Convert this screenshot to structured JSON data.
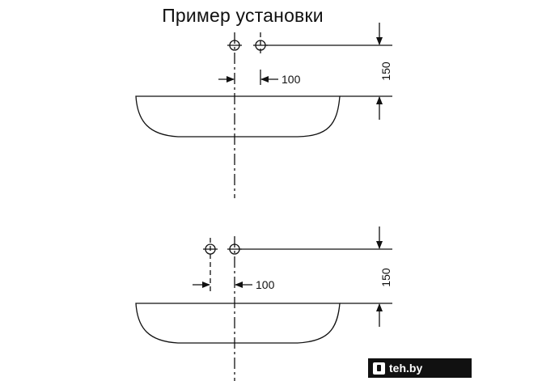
{
  "title": "Пример установки",
  "diagrams": [
    {
      "spacing_label": "100",
      "height_label": "150"
    },
    {
      "spacing_label": "100",
      "height_label": "150"
    }
  ],
  "watermark": {
    "text": "teh.by",
    "icon": "phone-icon"
  },
  "colors": {
    "line": "#111111",
    "background": "#ffffff",
    "badge": "#111111"
  }
}
